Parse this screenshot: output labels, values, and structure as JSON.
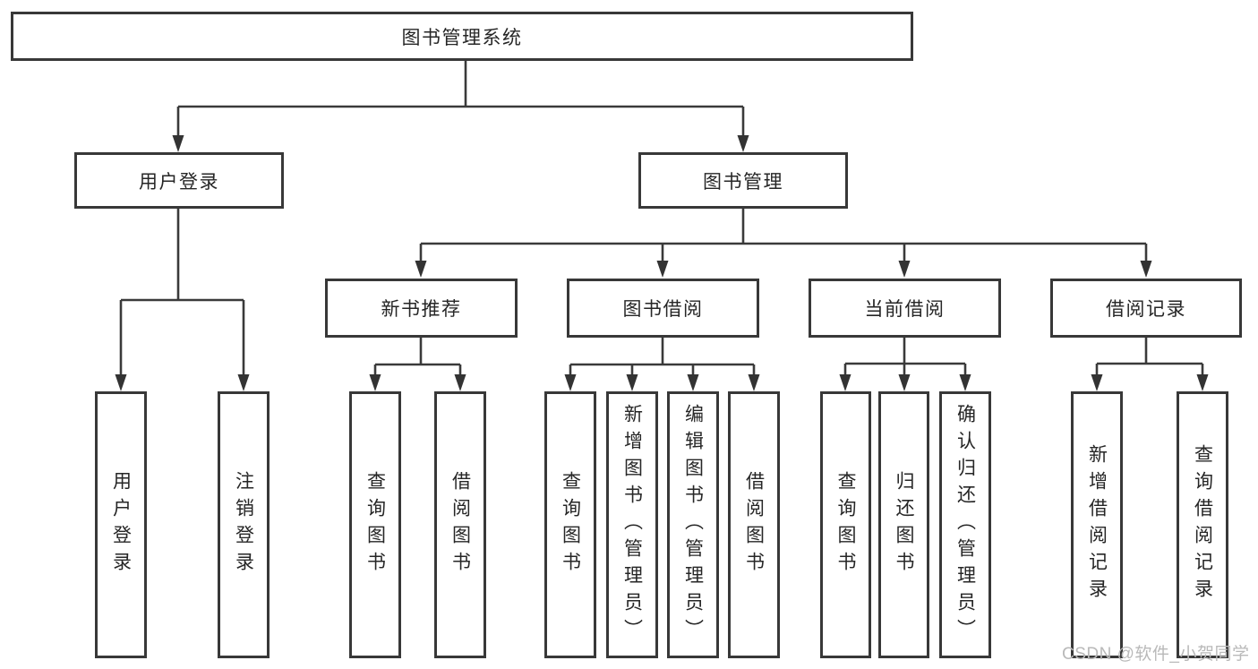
{
  "chart": {
    "root": {
      "label": "图书管理系统"
    },
    "branches": [
      {
        "label": "用户登录",
        "leaves": [
          {
            "label": "用户登录"
          },
          {
            "label": "注销登录"
          }
        ]
      },
      {
        "label": "图书管理",
        "children": [
          {
            "label": "新书推荐",
            "leaves": [
              {
                "label": "查询图书"
              },
              {
                "label": "借阅图书"
              }
            ]
          },
          {
            "label": "图书借阅",
            "leaves": [
              {
                "label": "查询图书"
              },
              {
                "label": "新增图书（管理员）"
              },
              {
                "label": "编辑图书（管理员）"
              },
              {
                "label": "借阅图书"
              }
            ]
          },
          {
            "label": "当前借阅",
            "leaves": [
              {
                "label": "查询图书"
              },
              {
                "label": "归还图书"
              },
              {
                "label": "确认归还（管理员）"
              }
            ]
          },
          {
            "label": "借阅记录",
            "leaves": [
              {
                "label": "新增借阅记录"
              },
              {
                "label": "查询借阅记录"
              }
            ]
          }
        ]
      }
    ],
    "watermark": "CSDN @软件_小贺同学",
    "colors": {
      "line": "#3a3a3a",
      "border": "#383838",
      "text": "#262626",
      "background": "#ffffff",
      "watermark": "#b9b9b9"
    }
  }
}
